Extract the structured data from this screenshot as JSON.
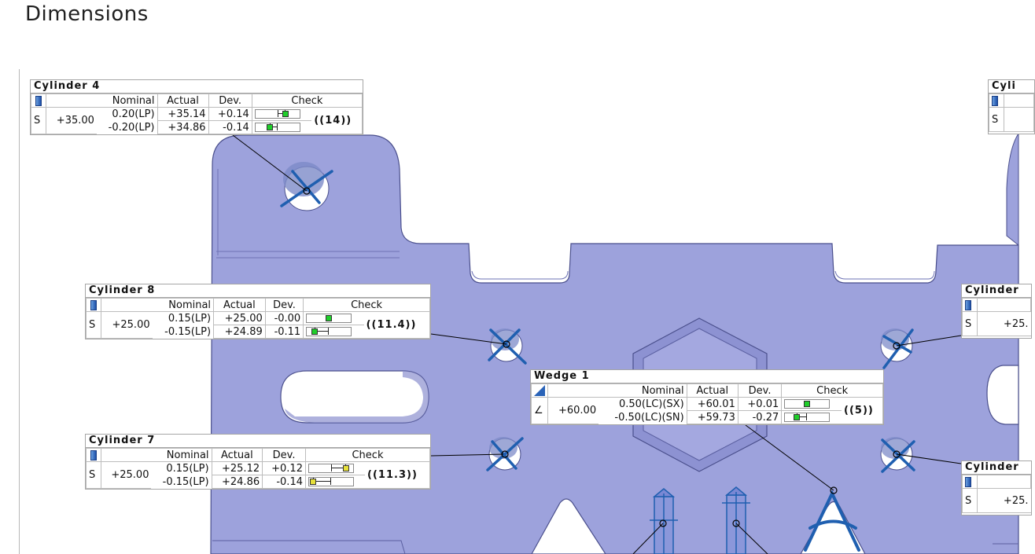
{
  "page_title": "Dimensions",
  "colors": {
    "part_fill": "#9da2dc",
    "part_edge": "#4a4f8c",
    "marker_blue": "#1f5fb0",
    "pass_green": "#1fce2a",
    "warn_yellow": "#e6e03a"
  },
  "callouts": {
    "cyl4": {
      "title": "Cylinder 4",
      "icon": "cylinder-icon",
      "headers": [
        "Nominal",
        "Actual",
        "Dev.",
        "Check"
      ],
      "symbol": "S",
      "nominal": "+35.00",
      "tol_upper": "0.20(LP)",
      "tol_lower": "-0.20(LP)",
      "actual_upper": "+35.14",
      "actual_lower": "+34.86",
      "dev_upper": "+0.14",
      "dev_lower": "-0.14",
      "ref": "((14))",
      "gauge_upper": 0.7,
      "gauge_lower": 0.3,
      "status_color": "#1fce2a"
    },
    "cyl8": {
      "title": "Cylinder 8",
      "icon": "cylinder-icon",
      "headers": [
        "Nominal",
        "Actual",
        "Dev.",
        "Check"
      ],
      "symbol": "S",
      "nominal": "+25.00",
      "tol_upper": "0.15(LP)",
      "tol_lower": "-0.15(LP)",
      "actual_upper": "+25.00",
      "actual_lower": "+24.89",
      "dev_upper": "-0.00",
      "dev_lower": "-0.11",
      "ref": "((11.4))",
      "gauge_upper": 0.5,
      "gauge_lower": 0.13,
      "status_color": "#1fce2a"
    },
    "cyl7": {
      "title": "Cylinder 7",
      "icon": "cylinder-icon",
      "headers": [
        "Nominal",
        "Actual",
        "Dev.",
        "Check"
      ],
      "symbol": "S",
      "nominal": "+25.00",
      "tol_upper": "0.15(LP)",
      "tol_lower": "-0.15(LP)",
      "actual_upper": "+25.12",
      "actual_lower": "+24.86",
      "dev_upper": "+0.12",
      "dev_lower": "-0.14",
      "ref": "((11.3))",
      "gauge_upper": 0.9,
      "gauge_lower": 0.03,
      "status_color": "#e6e03a"
    },
    "wedge1": {
      "title": "Wedge 1",
      "icon": "wedge-icon",
      "headers": [
        "Nominal",
        "Actual",
        "Dev.",
        "Check"
      ],
      "symbol": "∠",
      "nominal": "+60.00",
      "tol_upper": "0.50(LC)(SX)",
      "tol_lower": "-0.50(LC)(SN)",
      "actual_upper": "+60.01",
      "actual_lower": "+59.73",
      "dev_upper": "+0.01",
      "dev_lower": "-0.27",
      "ref": "((5))",
      "gauge_upper": 0.51,
      "gauge_lower": 0.23,
      "status_color": "#1fce2a"
    },
    "cyl_top_right": {
      "title": "Cyli",
      "icon": "cylinder-icon",
      "symbol": "S"
    },
    "cyl_mid_right": {
      "title": "Cylinder",
      "icon": "cylinder-icon",
      "symbol": "S",
      "nominal": "+25."
    },
    "cyl_low_right": {
      "title": "Cylinder",
      "icon": "cylinder-icon",
      "symbol": "S",
      "nominal": "+25."
    }
  }
}
